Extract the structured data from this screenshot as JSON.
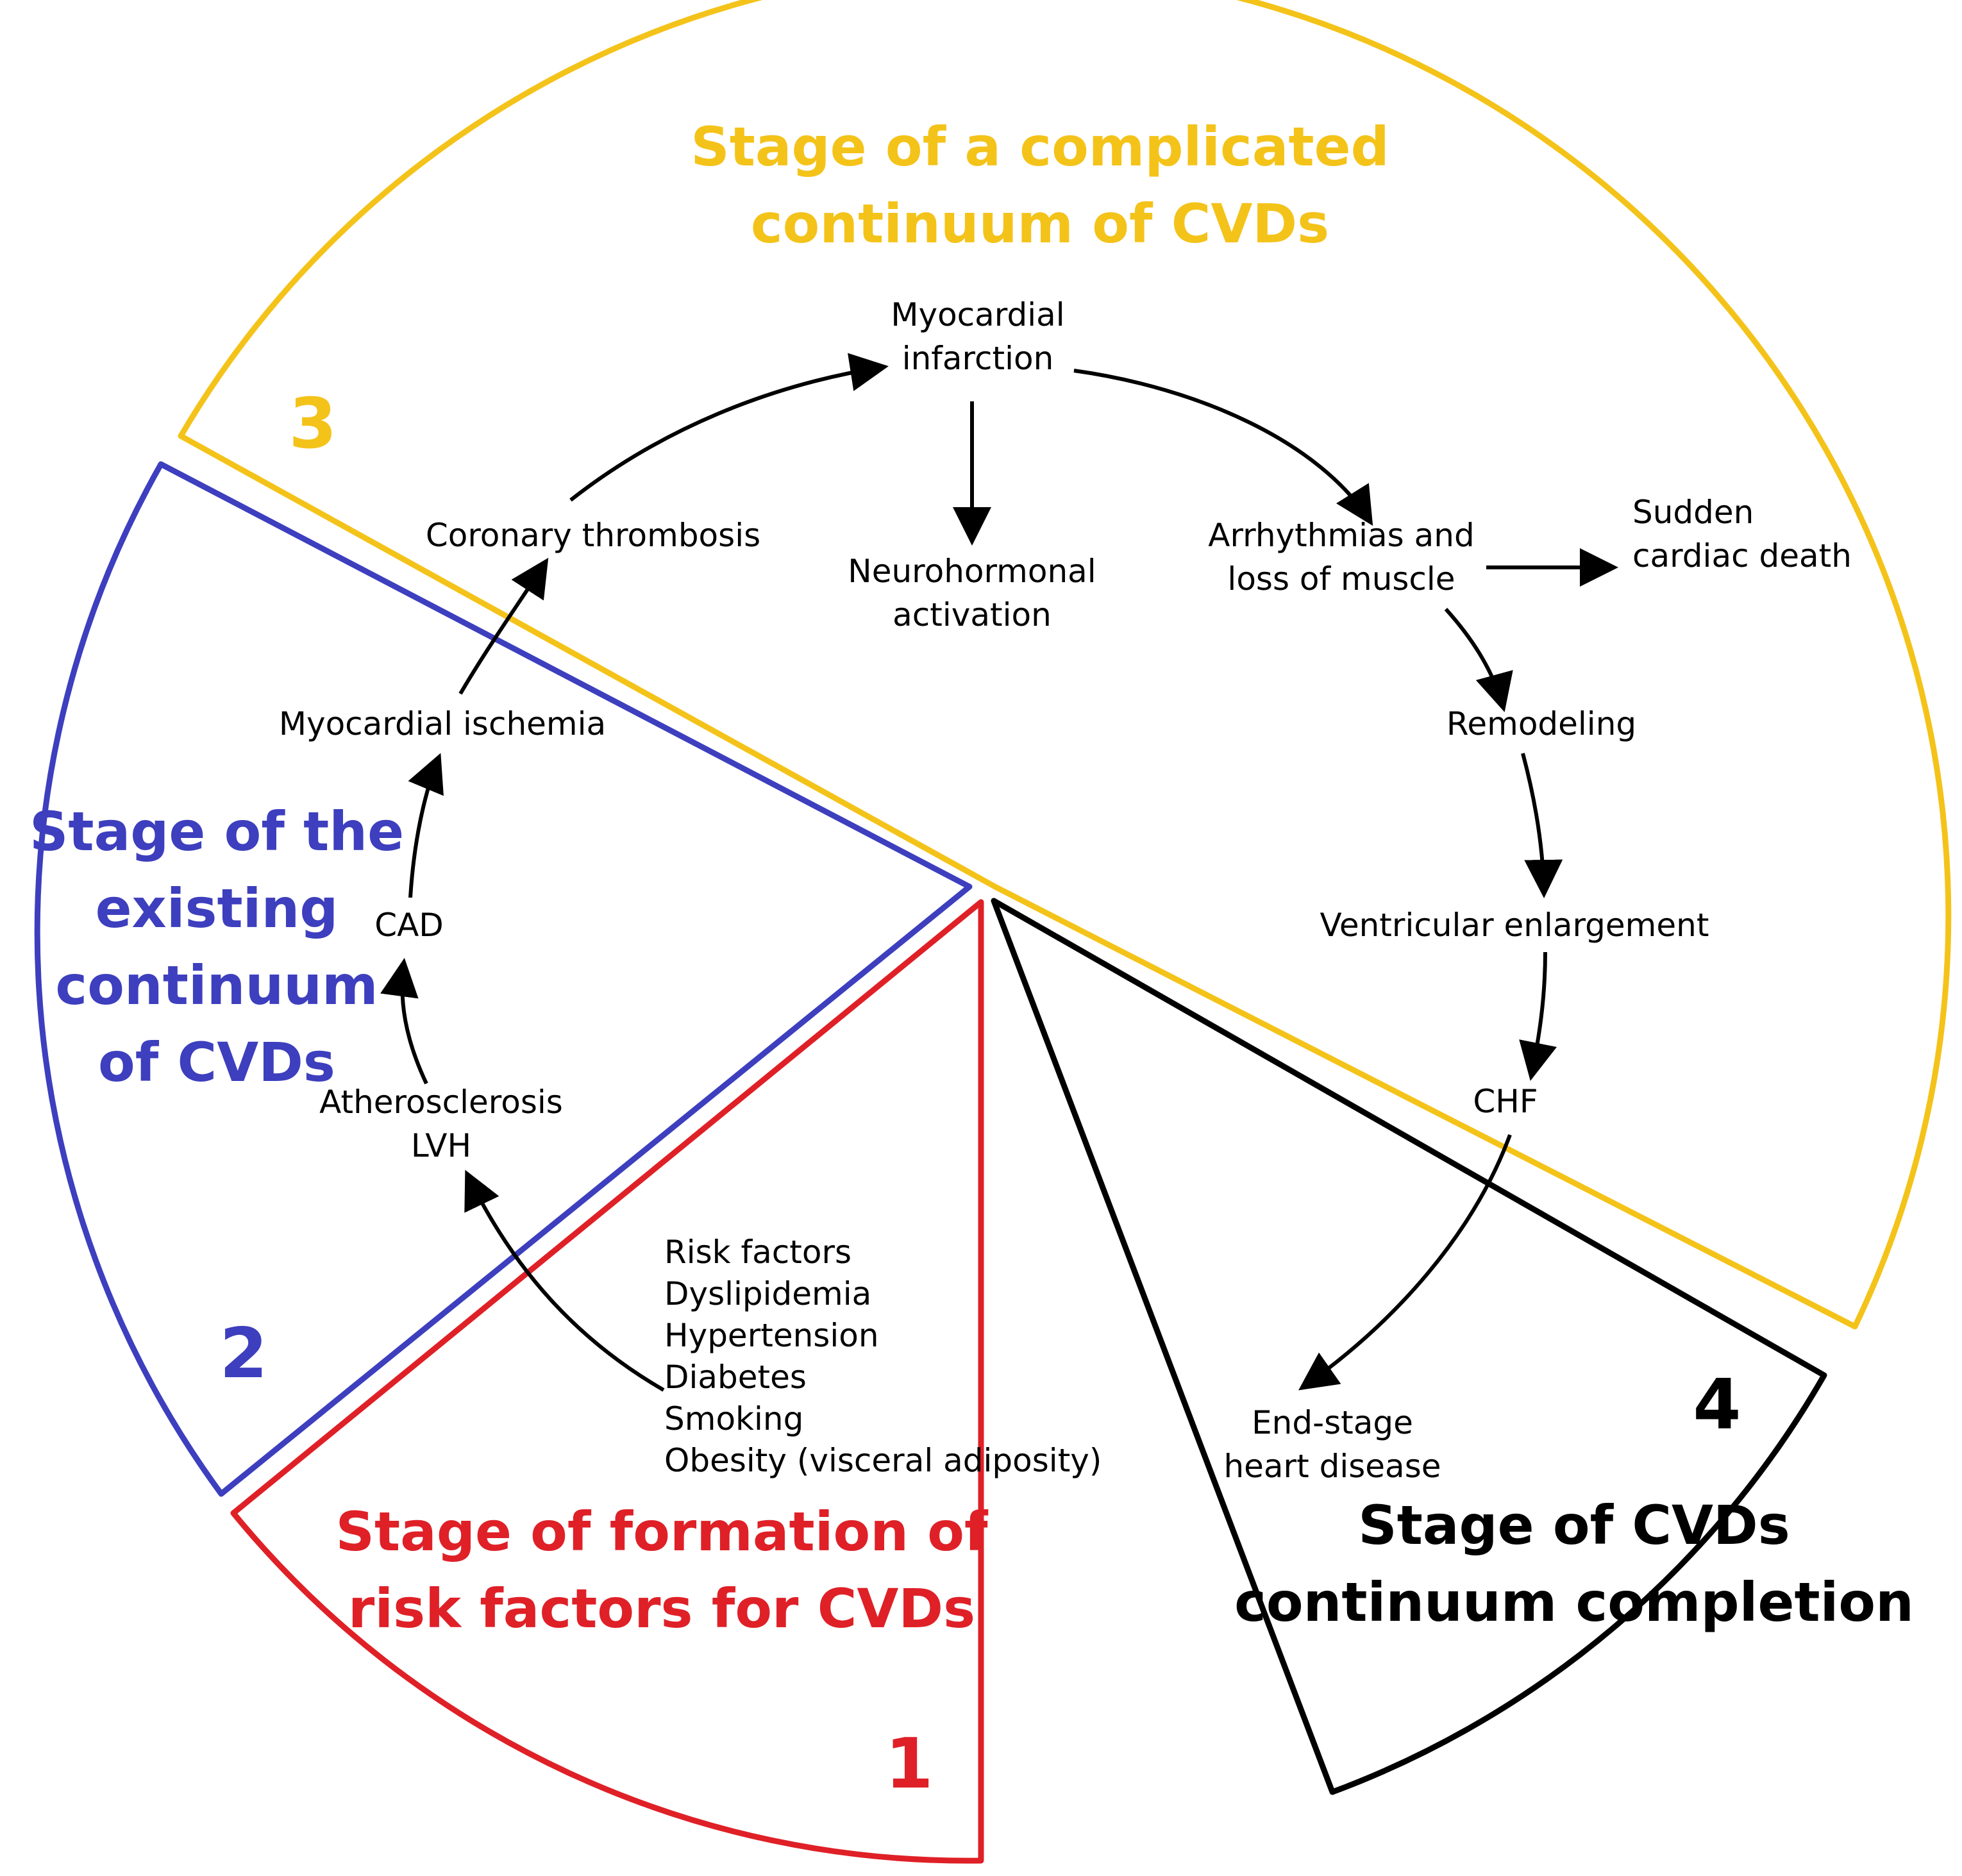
{
  "colors": {
    "stage1": "#df2027",
    "stage2": "#3d3fbe",
    "stage3": "#f4c31a",
    "stage4": "#000000",
    "text": "#000000"
  },
  "stages": {
    "s1": {
      "number": "1",
      "title_lines": [
        "Stage of formation of",
        "risk factors for CVDs"
      ]
    },
    "s2": {
      "number": "2",
      "title_lines": [
        "Stage of the",
        "existing",
        "continuum",
        "of CVDs"
      ]
    },
    "s3": {
      "number": "3",
      "title_lines": [
        "Stage of a complicated",
        "continuum of CVDs"
      ]
    },
    "s4": {
      "number": "4",
      "title_lines": [
        "Stage of  CVDs",
        "continuum completion"
      ]
    }
  },
  "nodes": {
    "risk_factors": [
      "Risk factors",
      "Dyslipidemia",
      "Hypertension",
      "Diabetes",
      "Smoking",
      "Obesity (visceral adiposity)"
    ],
    "atherosclerosis": [
      "Atherosclerosis",
      "LVH"
    ],
    "cad": [
      "CAD"
    ],
    "ischemia": [
      "Myocardial ischemia"
    ],
    "thrombosis": [
      "Coronary thrombosis"
    ],
    "infarction": [
      "Myocardial",
      "infarction"
    ],
    "neurohormonal": [
      "Neurohormonal",
      "activation"
    ],
    "arrhythmias": [
      "Arrhythmias and",
      "loss of muscle"
    ],
    "sudden_death": [
      "Sudden",
      "cardiac death"
    ],
    "remodeling": [
      "Remodeling"
    ],
    "ventricular": [
      "Ventricular enlargement"
    ],
    "chf": [
      "CHF"
    ],
    "end_stage": [
      "End-stage",
      "heart disease"
    ]
  }
}
